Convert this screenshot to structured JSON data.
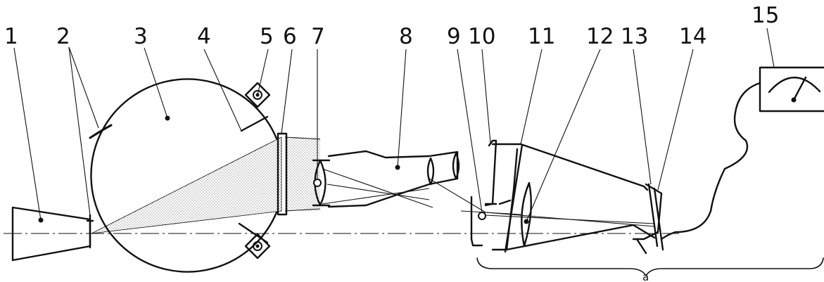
{
  "labels": {
    "l1": "1",
    "l2": "2",
    "l3": "3",
    "l4": "4",
    "l5": "5",
    "l6": "6",
    "l7": "7",
    "l8": "8",
    "l9": "9",
    "l10": "10",
    "l11": "11",
    "l12": "12",
    "l13": "13",
    "l14": "14",
    "l15": "15",
    "a": "a"
  }
}
